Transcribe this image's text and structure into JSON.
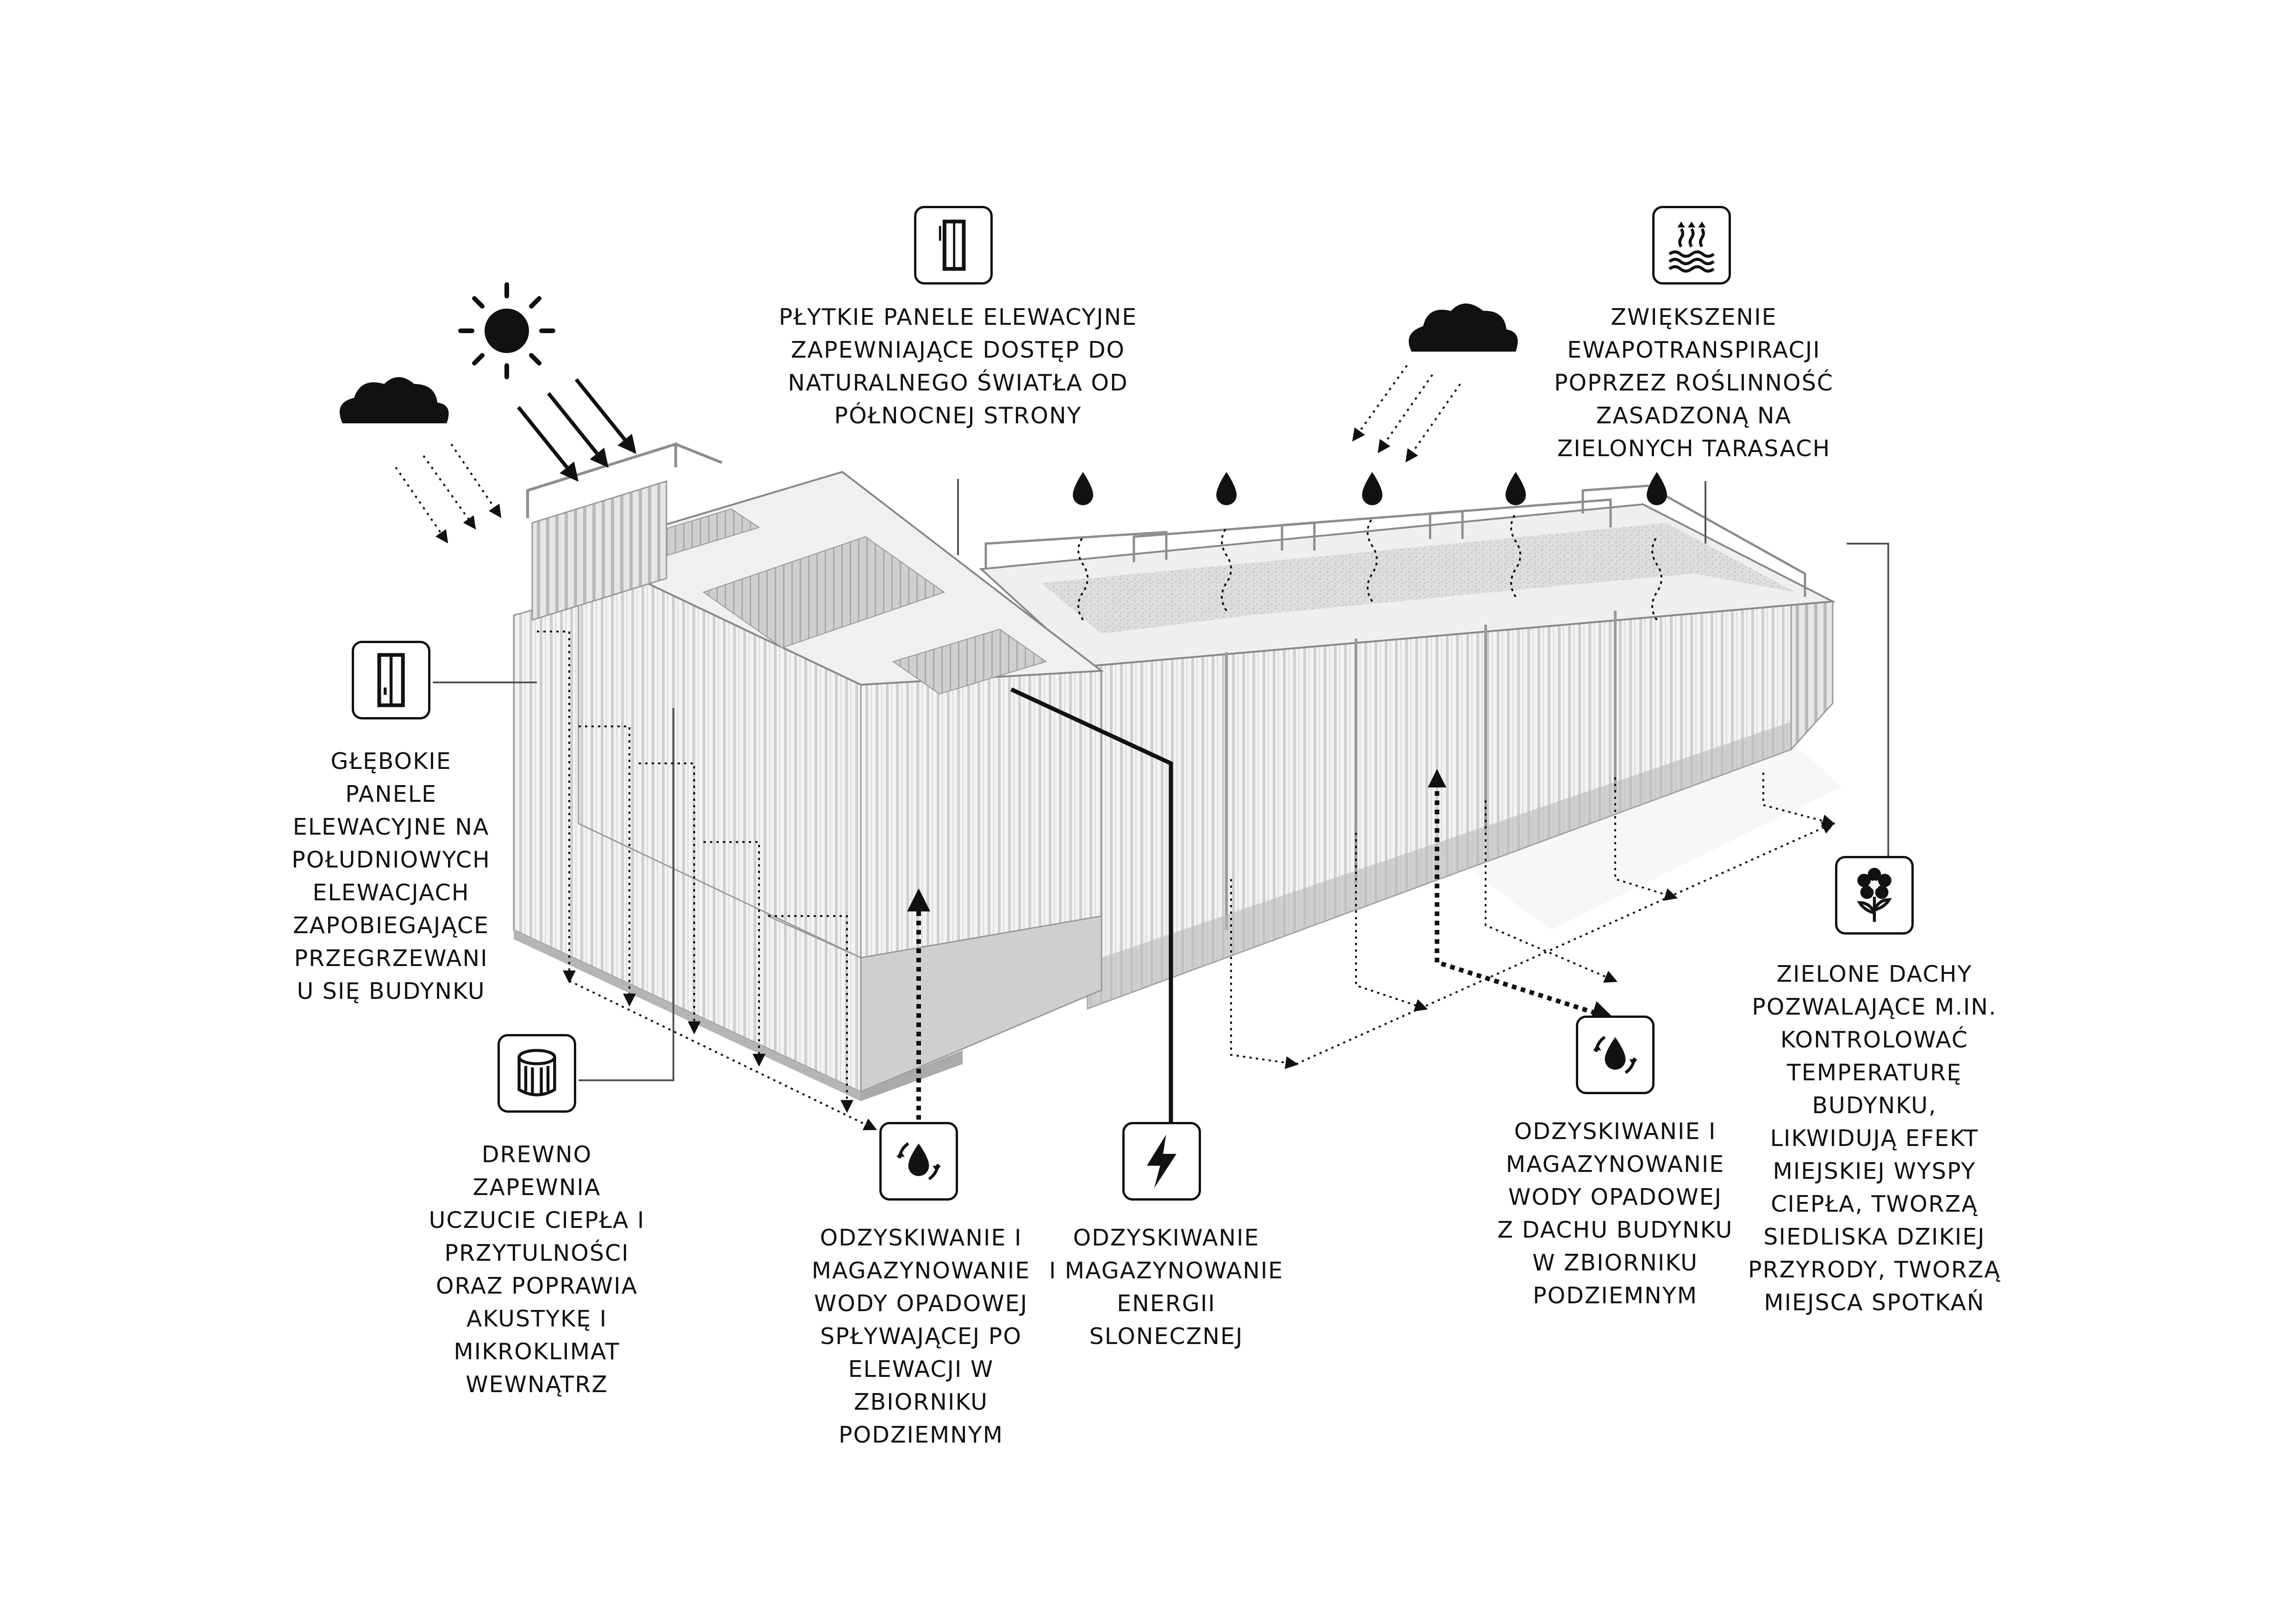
{
  "labels": {
    "north_panels": [
      "PŁYTKIE PANELE ELEWACYJNE",
      "ZAPEWNIAJĄCE DOSTĘP DO",
      "NATURALNEGO ŚWIATŁA OD",
      "PÓŁNOCNEJ STRONY"
    ],
    "evapotranspiration": [
      "ZWIĘKSZENIE",
      "EWAPOTRANSPIRACJI",
      "POPRZEZ ROŚLINNOŚĆ",
      "ZASADZONĄ NA",
      "ZIELONYCH TARASACH"
    ],
    "south_panels": [
      "GŁĘBOKIE",
      "PANELE",
      "ELEWACYJNE NA",
      "POŁUDNIOWYCH",
      "ELEWACJACH",
      "ZAPOBIEGAJĄCE",
      "PRZEGRZEWANI",
      "U SIĘ BUDYNKU"
    ],
    "wood": [
      "DREWNO",
      "ZAPEWNIA",
      "UCZUCIE CIEPŁA I",
      "PRZYTULNOŚCI",
      "ORAZ POPRAWIA",
      "AKUSTYKĘ I",
      "MIKROKLIMAT",
      "WEWNĄTRZ"
    ],
    "facade_water": [
      "ODZYSKIWANIE I",
      "MAGAZYNOWANIE",
      "WODY OPADOWEJ",
      "SPŁYWAJĄCEJ PO",
      "ELEWACJI W",
      "ZBIORNIKU",
      "PODZIEMNYM"
    ],
    "solar": [
      "ODZYSKIWANIE",
      "I MAGAZYNOWANIE",
      "ENERGII",
      "SLONECZNEJ"
    ],
    "roof_water": [
      "ODZYSKIWANIE I",
      "MAGAZYNOWANIE",
      "WODY OPADOWEJ",
      "Z DACHU BUDYNKU",
      "W ZBIORNIKU",
      "PODZIEMNYM"
    ],
    "green_roofs": [
      "ZIELONE DACHY",
      "POZWALAJĄCE M.IN.",
      "KONTROLOWAĆ",
      "TEMPERATURĘ",
      "BUDYNKU,",
      "LIKWIDUJĄ EFEKT",
      "MIEJSKIEJ WYSPY",
      "CIEPŁA, TWORZĄ",
      "SIEDLISKA DZIKIEJ",
      "PRZYRODY, TWORZĄ",
      "MIEJSCA SPOTKAŃ"
    ]
  },
  "icons": {
    "north_panels": "shallow-panel-icon",
    "evapotranspiration": "evaporation-icon",
    "south_panels": "deep-panel-icon",
    "wood": "wood-log-icon",
    "facade_water": "water-recycle-icon",
    "solar": "lightning-icon",
    "roof_water": "water-recycle-icon",
    "green_roofs": "flower-icon"
  },
  "colors": {
    "ink": "#111111",
    "building_light": "#f2f2f2",
    "building_mid": "#d9d9d9",
    "building_dark": "#a8a8a8"
  }
}
